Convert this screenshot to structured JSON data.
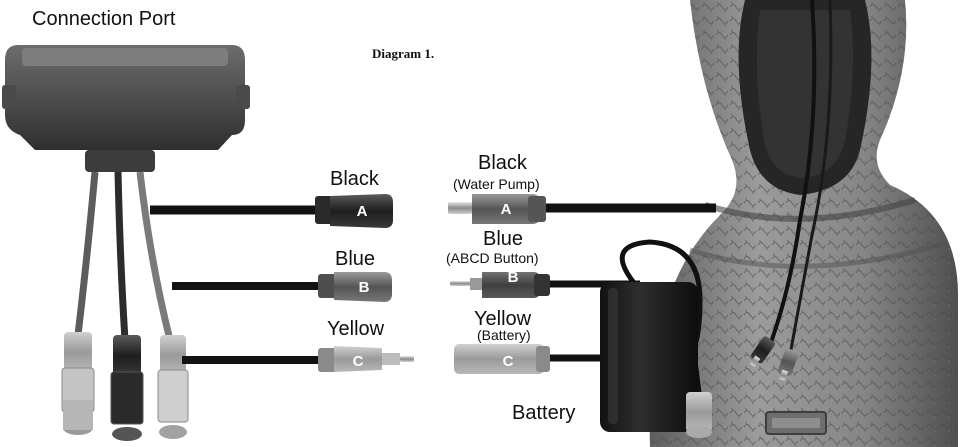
{
  "title": "Diagram 1.",
  "connection_port": {
    "label": "Connection Port"
  },
  "left_connectors": [
    {
      "name": "Black",
      "letter": "A"
    },
    {
      "name": "Blue",
      "letter": "B"
    },
    {
      "name": "Yellow",
      "letter": "C"
    }
  ],
  "right_connectors": [
    {
      "name": "Black",
      "sub": "(Water Pump)",
      "letter": "A"
    },
    {
      "name": "Blue",
      "sub": "(ABCD Button)",
      "letter": "B"
    },
    {
      "name": "Yellow",
      "sub": "(Battery)",
      "letter": "C"
    }
  ],
  "battery": {
    "label": "Battery"
  },
  "colors": {
    "cable": "#111111",
    "plug_dark": "#2a2a2a",
    "plug_mid": "#5a5a5a",
    "plug_light": "#9a9a9a",
    "statue": "#7d7d7d"
  }
}
